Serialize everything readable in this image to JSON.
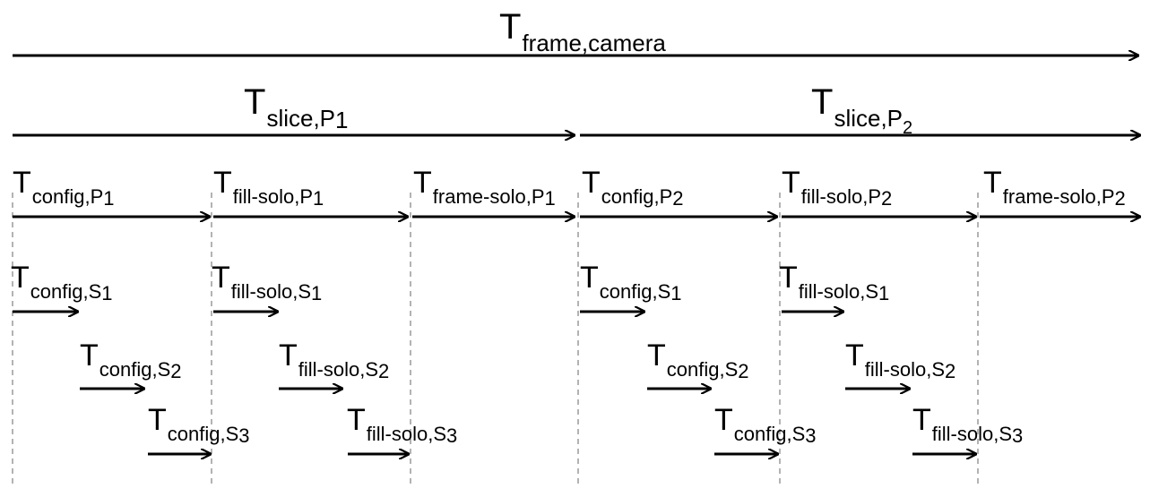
{
  "top": {
    "base": "T",
    "sub": "frame,camera"
  },
  "slices": [
    {
      "base": "T",
      "sub": "slice,P",
      "index": "1"
    },
    {
      "base": "T",
      "sub": "slice,P",
      "index": "2"
    }
  ],
  "phases": [
    {
      "base": "T",
      "sub": "config,P",
      "index": "1"
    },
    {
      "base": "T",
      "sub": "fill-solo,P",
      "index": "1"
    },
    {
      "base": "T",
      "sub": "frame-solo,P",
      "index": "1"
    },
    {
      "base": "T",
      "sub": "config,P",
      "index": "2"
    },
    {
      "base": "T",
      "sub": "fill-solo,P",
      "index": "2"
    },
    {
      "base": "T",
      "sub": "frame-solo,P",
      "index": "2"
    }
  ],
  "sub_phases": [
    {
      "base": "T",
      "sub": "config,S",
      "index": "1"
    },
    {
      "base": "T",
      "sub": "fill-solo,S",
      "index": "1"
    },
    {
      "base": "T",
      "sub": "config,S",
      "index": "1"
    },
    {
      "base": "T",
      "sub": "fill-solo,S",
      "index": "1"
    },
    {
      "base": "T",
      "sub": "config,S",
      "index": "2"
    },
    {
      "base": "T",
      "sub": "fill-solo,S",
      "index": "2"
    },
    {
      "base": "T",
      "sub": "config,S",
      "index": "2"
    },
    {
      "base": "T",
      "sub": "fill-solo,S",
      "index": "2"
    },
    {
      "base": "T",
      "sub": "config,S",
      "index": "3"
    },
    {
      "base": "T",
      "sub": "fill-solo,S",
      "index": "3"
    },
    {
      "base": "T",
      "sub": "config,S",
      "index": "3"
    },
    {
      "base": "T",
      "sub": "fill-solo,S",
      "index": "3"
    }
  ]
}
